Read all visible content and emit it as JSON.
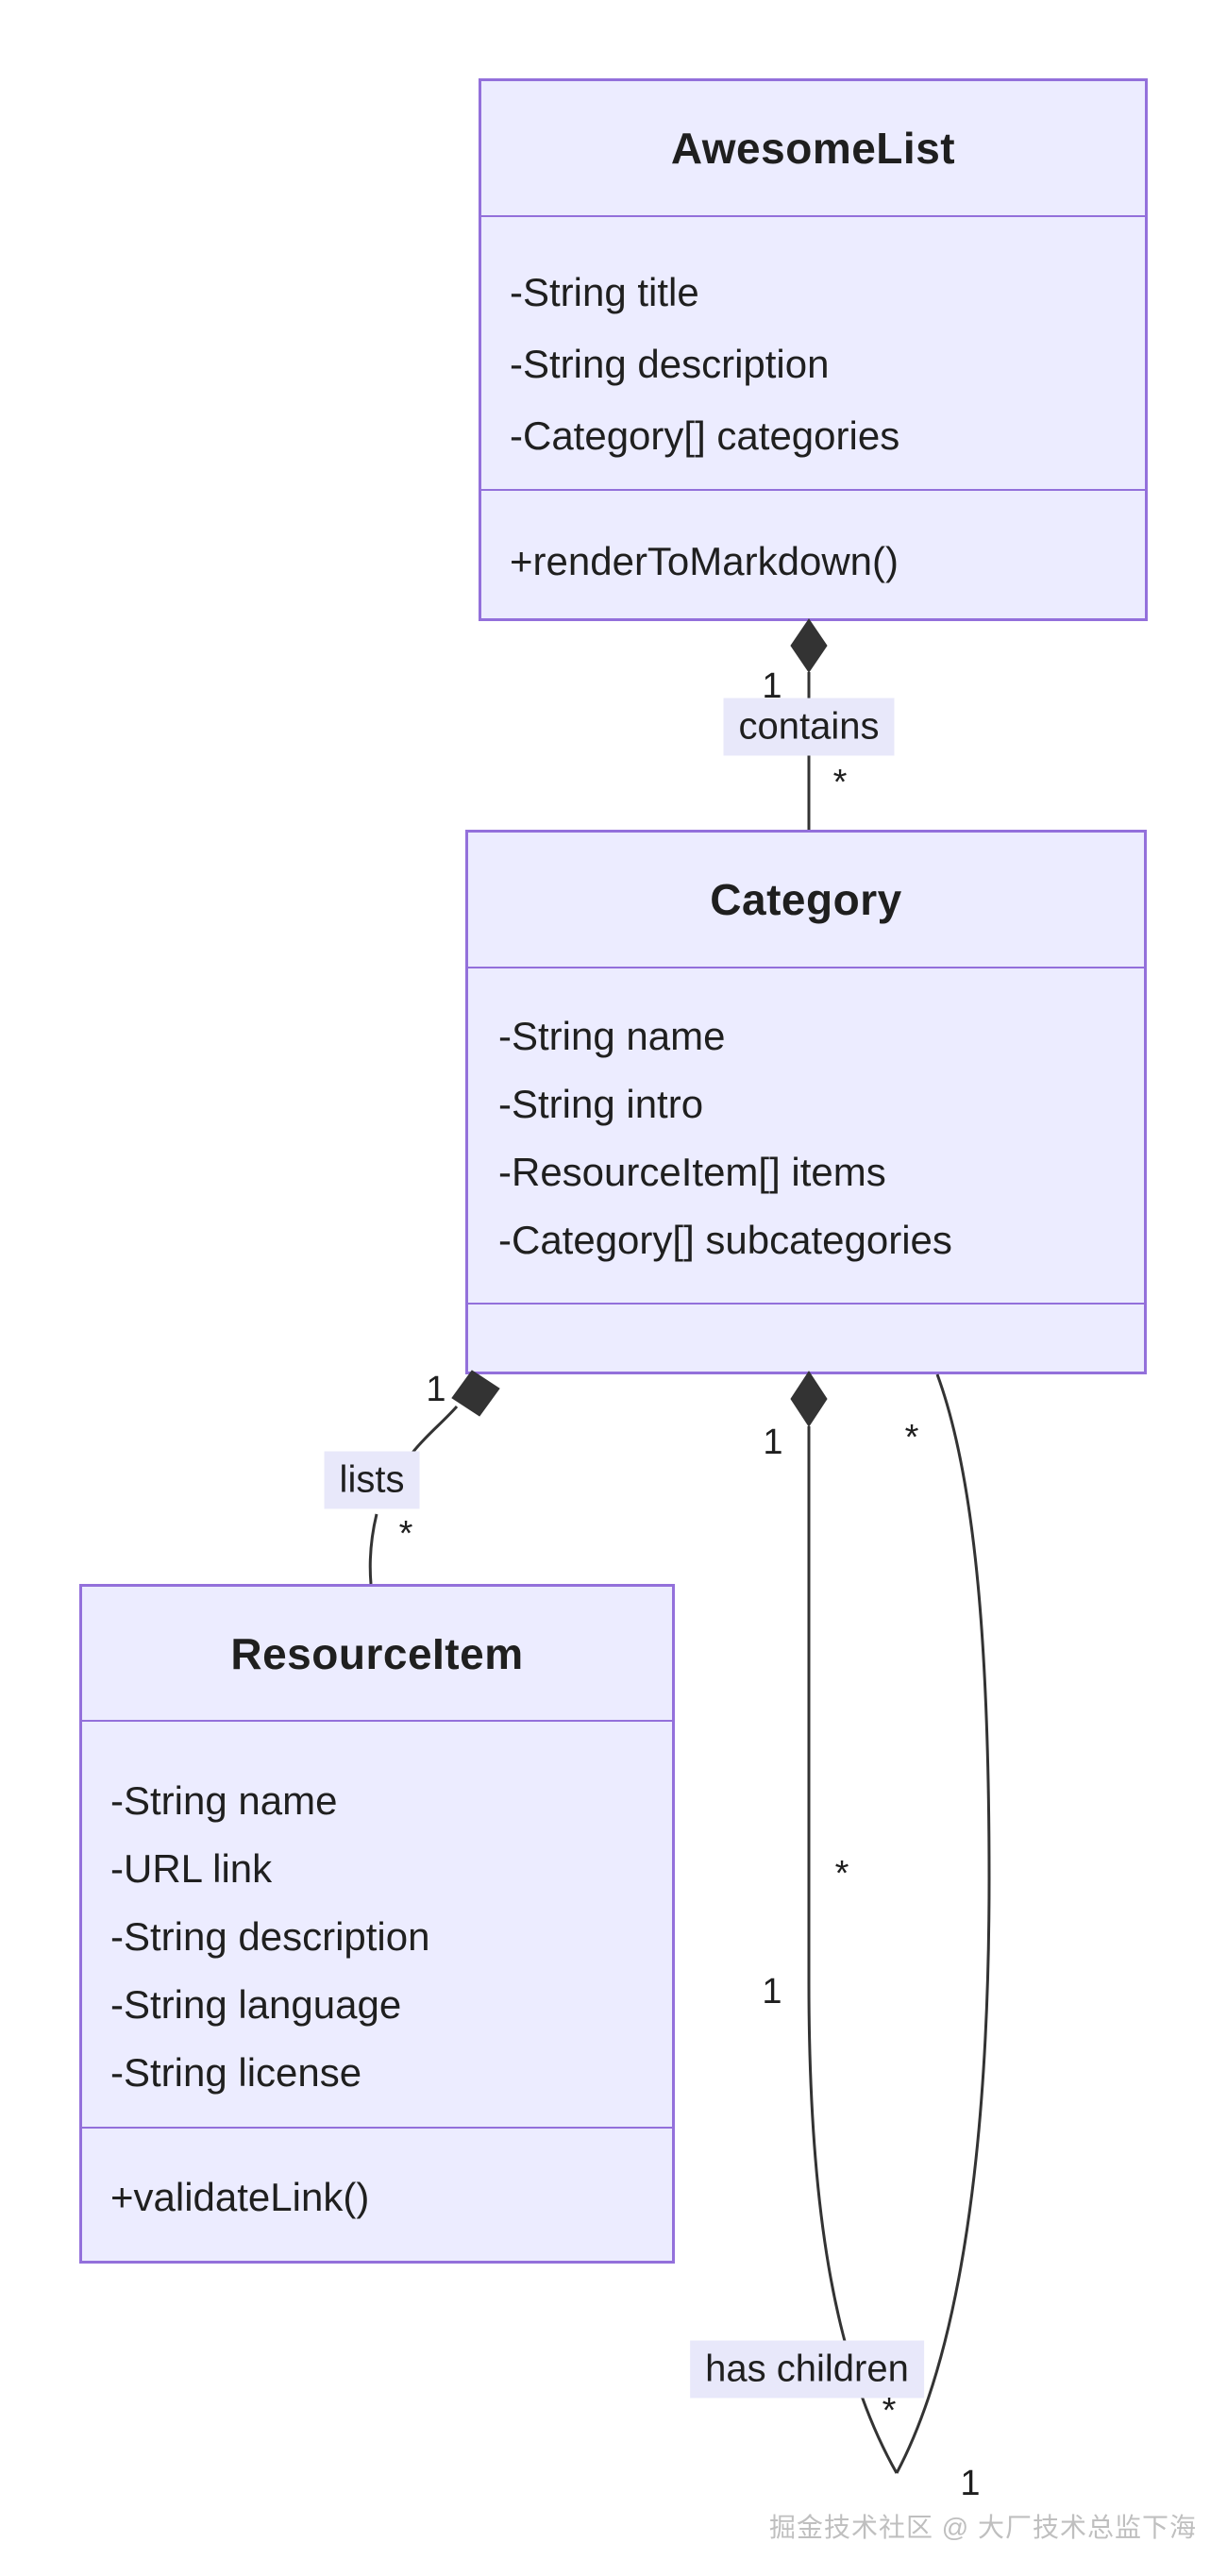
{
  "diagram": {
    "type": "uml-class-diagram",
    "classes": [
      {
        "name": "AwesomeList",
        "attributes": [
          "-String title",
          "-String description",
          "-Category[] categories"
        ],
        "methods": [
          "+renderToMarkdown()"
        ]
      },
      {
        "name": "Category",
        "attributes": [
          "-String name",
          "-String intro",
          "-ResourceItem[] items",
          "-Category[] subcategories"
        ],
        "methods": []
      },
      {
        "name": "ResourceItem",
        "attributes": [
          "-String name",
          "-URL link",
          "-String description",
          "-String language",
          "-String license"
        ],
        "methods": [
          "+validateLink()"
        ]
      }
    ],
    "relationships": [
      {
        "from": "AwesomeList",
        "to": "Category",
        "type": "composition",
        "label": "contains",
        "from_multiplicity": "1",
        "to_multiplicity": "*"
      },
      {
        "from": "Category",
        "to": "ResourceItem",
        "type": "composition",
        "label": "lists",
        "from_multiplicity": "1",
        "to_multiplicity": "*"
      },
      {
        "from": "Category",
        "to": "Category",
        "type": "composition",
        "label": "has children",
        "from_multiplicity": "1",
        "to_multiplicity": "*",
        "mid_multiplicities": [
          "*",
          "1"
        ],
        "bottom_multiplicities": [
          "*",
          "1"
        ]
      }
    ]
  },
  "colors": {
    "box_fill": "#ECECFF",
    "box_border": "#9370DB",
    "line": "#333333",
    "label_bg": "#E8E8FA",
    "text": "#1F1F1F",
    "watermark": "#BFBFBF"
  },
  "watermark": {
    "text": "掘金技术社区 @ 大厂技术总监下海"
  }
}
